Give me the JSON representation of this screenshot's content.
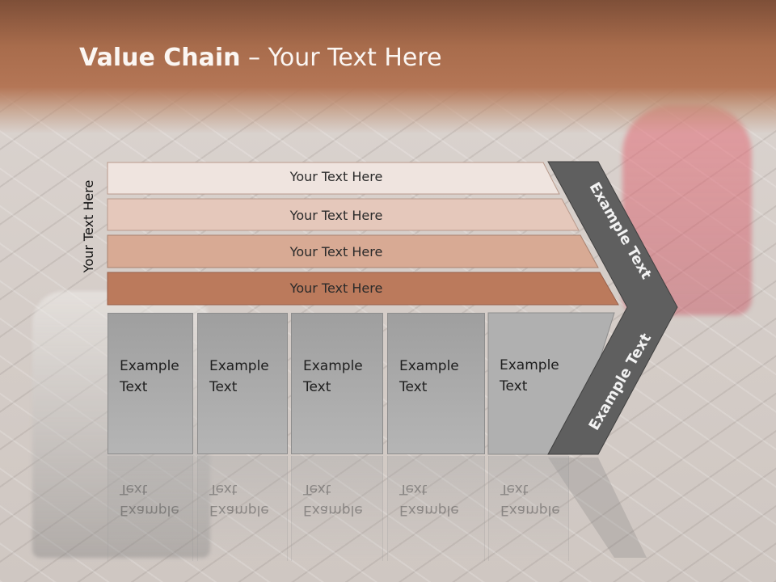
{
  "title": {
    "bold": "Value Chain",
    "rest": " – Your Text Here"
  },
  "side_label": "Your Text Here",
  "bands": [
    {
      "text": "Your Text Here",
      "color": "#efe4df"
    },
    {
      "text": "Your Text Here",
      "color": "#e5c8bb"
    },
    {
      "text": "Your Text Here",
      "color": "#d8aa94"
    },
    {
      "text": "Your Text Here",
      "color": "#bb7a5c"
    }
  ],
  "boxes": [
    {
      "line1": "Example",
      "line2": "Text"
    },
    {
      "line1": "Example",
      "line2": "Text"
    },
    {
      "line1": "Example",
      "line2": "Text"
    },
    {
      "line1": "Example",
      "line2": "Text"
    },
    {
      "line1": "Example",
      "line2": "Text"
    }
  ],
  "chevron": {
    "upper_text": "Example Text",
    "lower_text": "Example Text",
    "color": "#5f5f5f"
  },
  "reflection_text": {
    "upper": "Example",
    "lower": "Text"
  }
}
